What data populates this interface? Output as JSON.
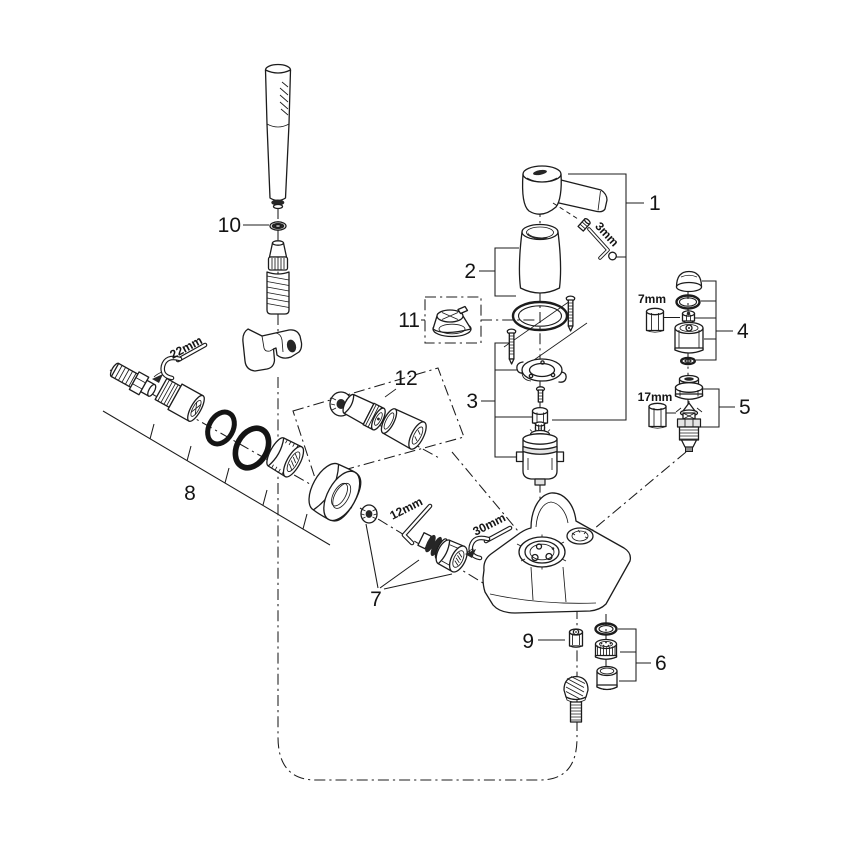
{
  "figure": {
    "kind": "exploded-parts-diagram",
    "subject": "single-lever bath/shower mixer with hand shower",
    "background": "#ffffff",
    "line_color": "#1c1c1c"
  },
  "callouts": {
    "c1": "1",
    "c2": "2",
    "c3": "3",
    "c4": "4",
    "c5": "5",
    "c6": "6",
    "c7": "7",
    "c8": "8",
    "c9": "9",
    "c10": "10",
    "c11": "11",
    "c12": "12"
  },
  "tools": {
    "allen_3mm": "3mm",
    "hex_7mm": "7mm",
    "hex_17mm": "17mm",
    "allen_12mm": "12mm",
    "wrench_22mm": "22mm",
    "wrench_30mm": "30mm"
  },
  "parts": [
    {
      "callout": "1",
      "name": "lever-handle-with-set-screw"
    },
    {
      "callout": "2",
      "name": "cap-sleeve-and-o-ring"
    },
    {
      "callout": "3",
      "name": "cartridge-with-flange-and-screws"
    },
    {
      "callout": "4",
      "name": "cap-assembly-with-o-ring-and-nut"
    },
    {
      "callout": "5",
      "name": "non-return-valve-with-bushing"
    },
    {
      "callout": "6",
      "name": "aerator-insert-set"
    },
    {
      "callout": "7",
      "name": "union-adapter-and-nut"
    },
    {
      "callout": "8",
      "name": "s-union-o-rings-nut-escutcheon"
    },
    {
      "callout": "9",
      "name": "outlet-insert"
    },
    {
      "callout": "10",
      "name": "hand-shower-sealing-washer"
    },
    {
      "callout": "11",
      "name": "flow-restrictor"
    },
    {
      "callout": "12",
      "name": "check-valve-cartridge-set"
    }
  ]
}
